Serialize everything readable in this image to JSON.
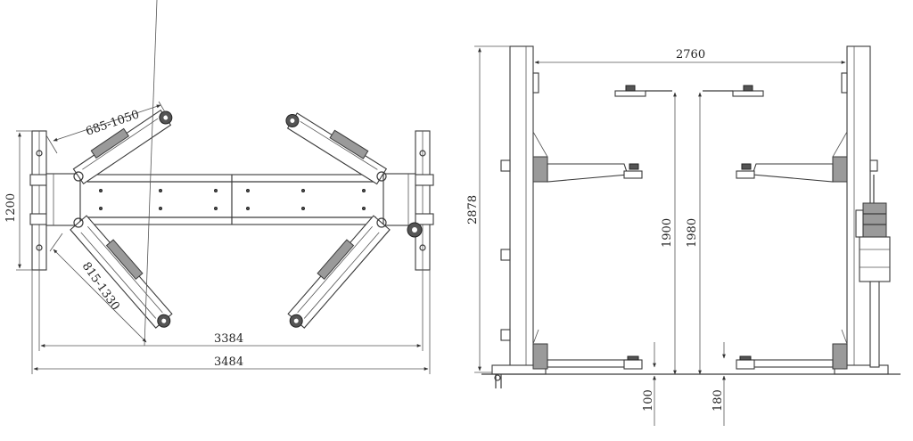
{
  "top_view": {
    "arm_short_range": "685-1050",
    "arm_long_range": "815-1330",
    "width_1200": "1200",
    "inner_length": "3384",
    "overall_length": "3484"
  },
  "front_view": {
    "width_2760": "2760",
    "height_2878": "2878",
    "lift_1900": "1900",
    "lift_1980": "1980",
    "pad_100": "100",
    "pad_180": "180"
  },
  "colors": {
    "line": "#3a3a3a",
    "fill_grey": "#9a9a9a",
    "background": "#ffffff"
  }
}
